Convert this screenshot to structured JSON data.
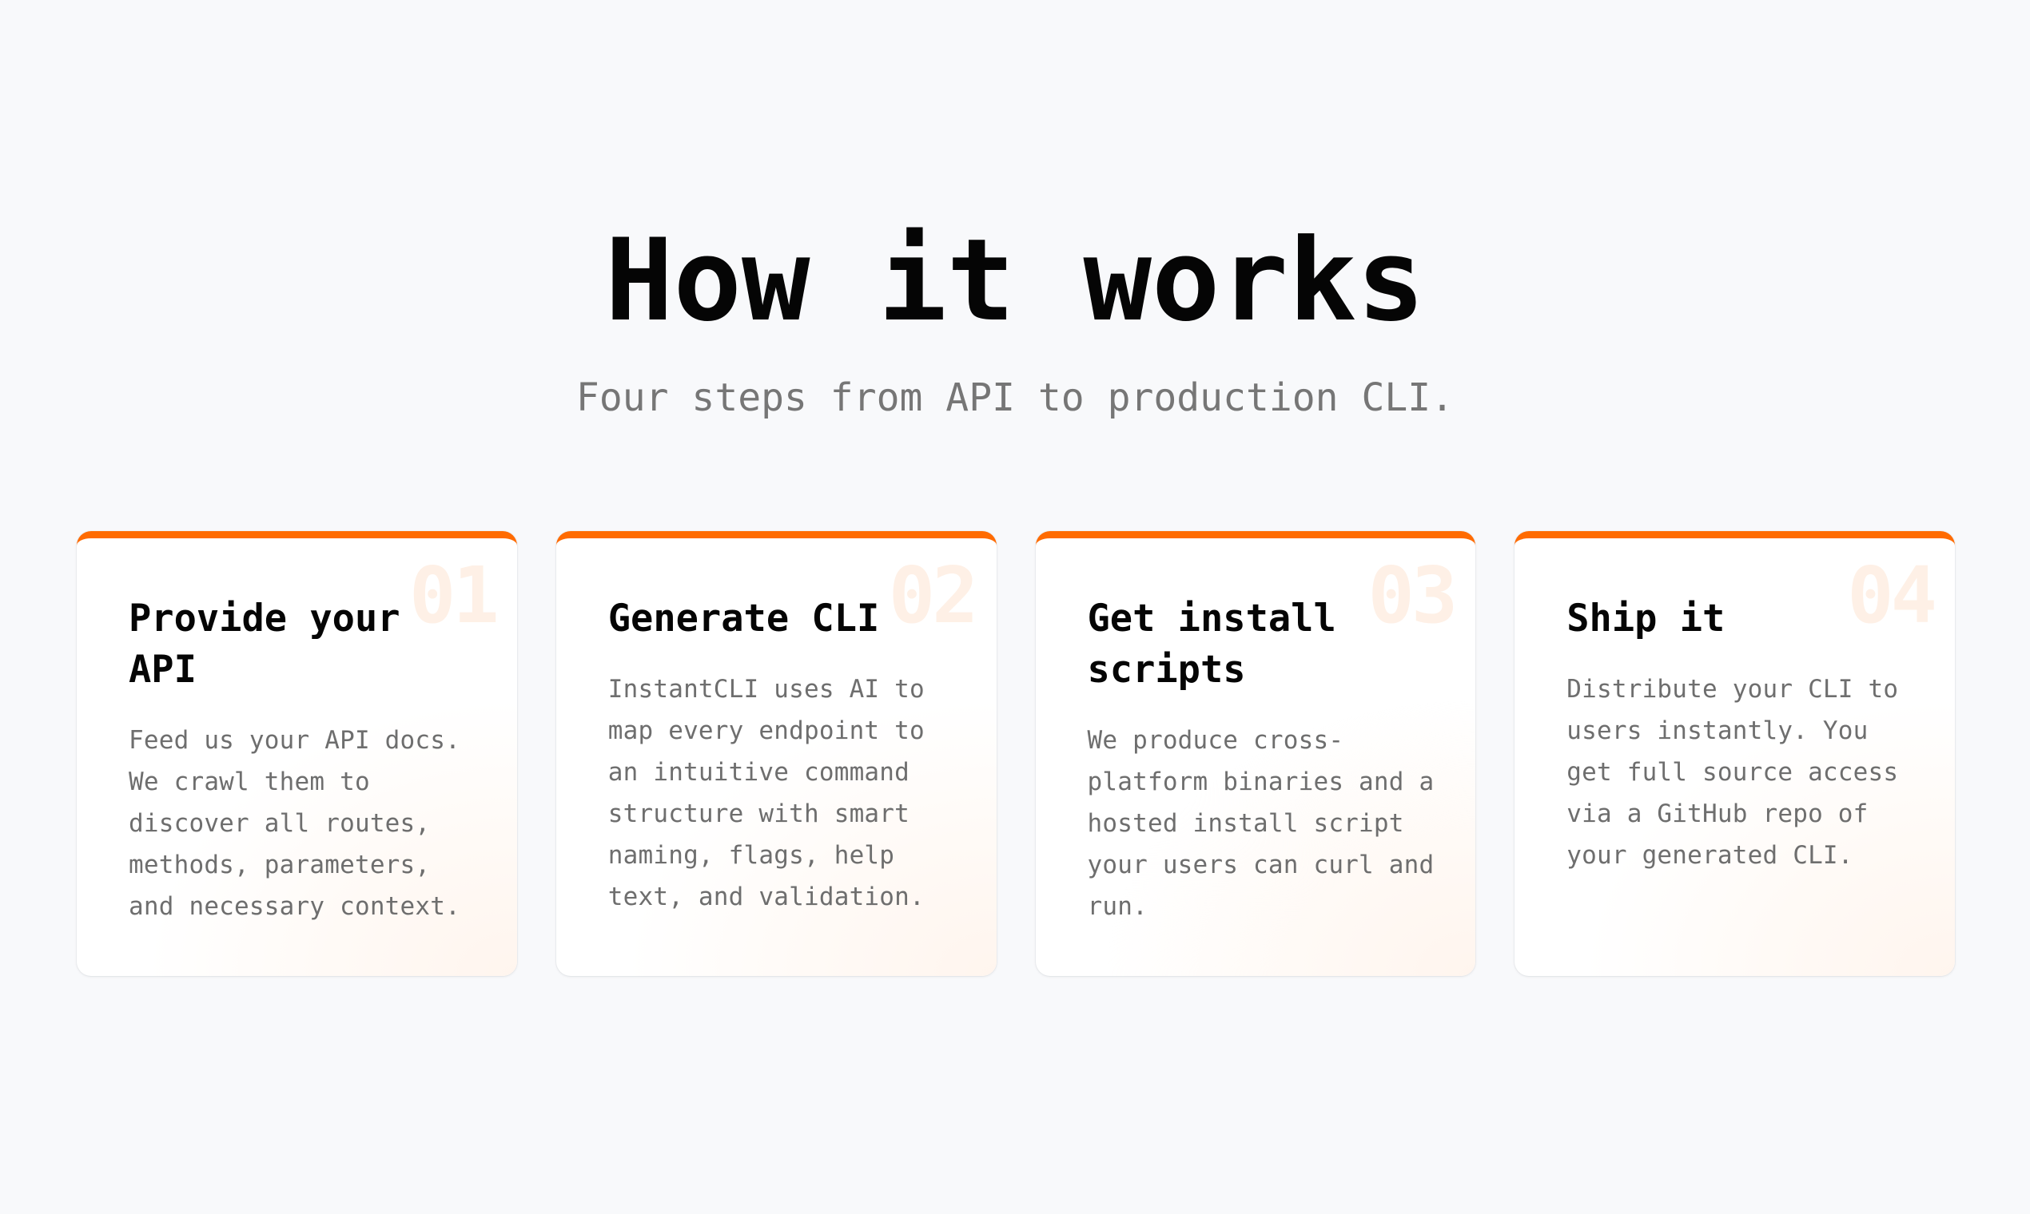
{
  "header": {
    "title": "How it works",
    "subtitle": "Four steps from API to production CLI."
  },
  "theme": {
    "accent": "#ff6b00",
    "background": "#f8f9fb",
    "number_tint": "#fef0e6",
    "title_color": "#050505",
    "body_color": "#6e6e6e"
  },
  "steps": [
    {
      "number": "01",
      "title": "Provide your API",
      "description": "Feed us your API docs. We crawl them to discover all routes, methods, parameters, and necessary context."
    },
    {
      "number": "02",
      "title": "Generate CLI",
      "description": "InstantCLI uses AI to map every endpoint to an intuitive command structure with smart naming, flags, help text, and validation."
    },
    {
      "number": "03",
      "title": "Get install scripts",
      "description": "We produce cross-platform binaries and a hosted install script your users can curl and run."
    },
    {
      "number": "04",
      "title": "Ship it",
      "description": "Distribute your CLI to users instantly. You get full source access via a GitHub repo of your generated CLI."
    }
  ]
}
